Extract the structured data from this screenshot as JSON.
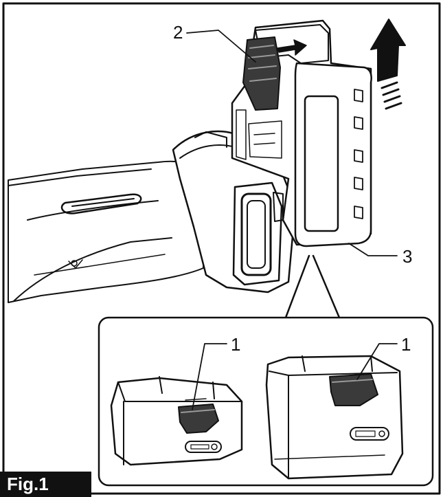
{
  "figure": {
    "label": "Fig.1",
    "callouts": {
      "c2": "2",
      "c3": "3",
      "c1_left": "1",
      "c1_right": "1"
    }
  },
  "colors": {
    "line": "#111111",
    "background": "#ffffff",
    "shade": "#3a3a3a"
  }
}
